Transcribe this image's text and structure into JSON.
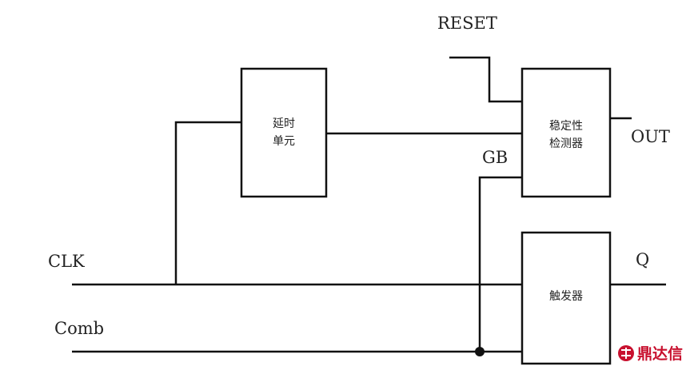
{
  "signals": {
    "reset": "RESET",
    "out": "OUT",
    "gb": "GB",
    "clk": "CLK",
    "q": "Q",
    "comb": "Comb"
  },
  "blocks": {
    "delay_unit": [
      "延时",
      "单元"
    ],
    "stability_detector": [
      "稳定性",
      "检测器"
    ],
    "flip_flop": "触发器"
  },
  "watermark": "鼎达信",
  "colors": {
    "lines": "#111111",
    "watermark": "#c8102e"
  }
}
